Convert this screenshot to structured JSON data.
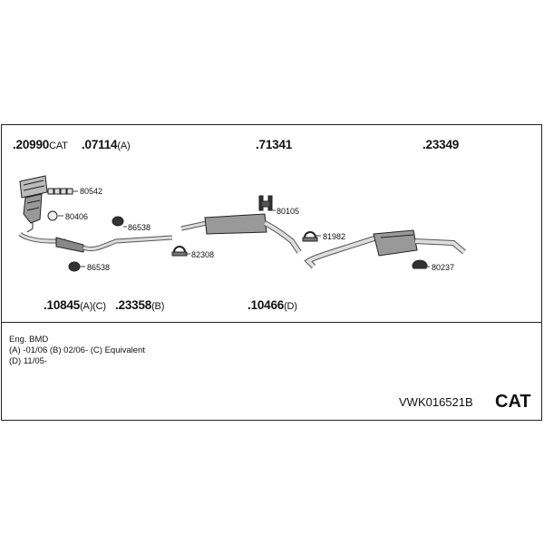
{
  "parts": {
    "p20990": {
      "number": ".20990",
      "suffix": "CAT"
    },
    "p07114": {
      "number": ".07114",
      "suffix": "(A)"
    },
    "p71341": {
      "number": ".71341",
      "suffix": ""
    },
    "p23349": {
      "number": ".23349",
      "suffix": ""
    },
    "p10845": {
      "number": ".10845",
      "suffix": "(A)(C)"
    },
    "p23358": {
      "number": ".23358",
      "suffix": "(B)"
    },
    "p10466": {
      "number": ".10466",
      "suffix": "(D)"
    }
  },
  "callouts": {
    "c80542": "80542",
    "c80406": "80406",
    "c86538a": "86538",
    "c86538b": "86538",
    "c82308": "82308",
    "c80105": "80105",
    "c81982": "81982",
    "c80237": "80237"
  },
  "notes": {
    "engine": "Eng. BMD",
    "line1": "(A) -01/06 (B) 02/06- (C) Equivalent",
    "line2": "(D) 11/05-"
  },
  "kit_code": "VWK016521B",
  "cat_label": "CAT",
  "icons": [
    "catalytic-converter-icon",
    "gasket-icon",
    "front-pipe-icon",
    "middle-silencer-icon",
    "rear-silencer-icon",
    "tailpipe-icon",
    "rubber-hanger-icon",
    "clamp-icon"
  ]
}
